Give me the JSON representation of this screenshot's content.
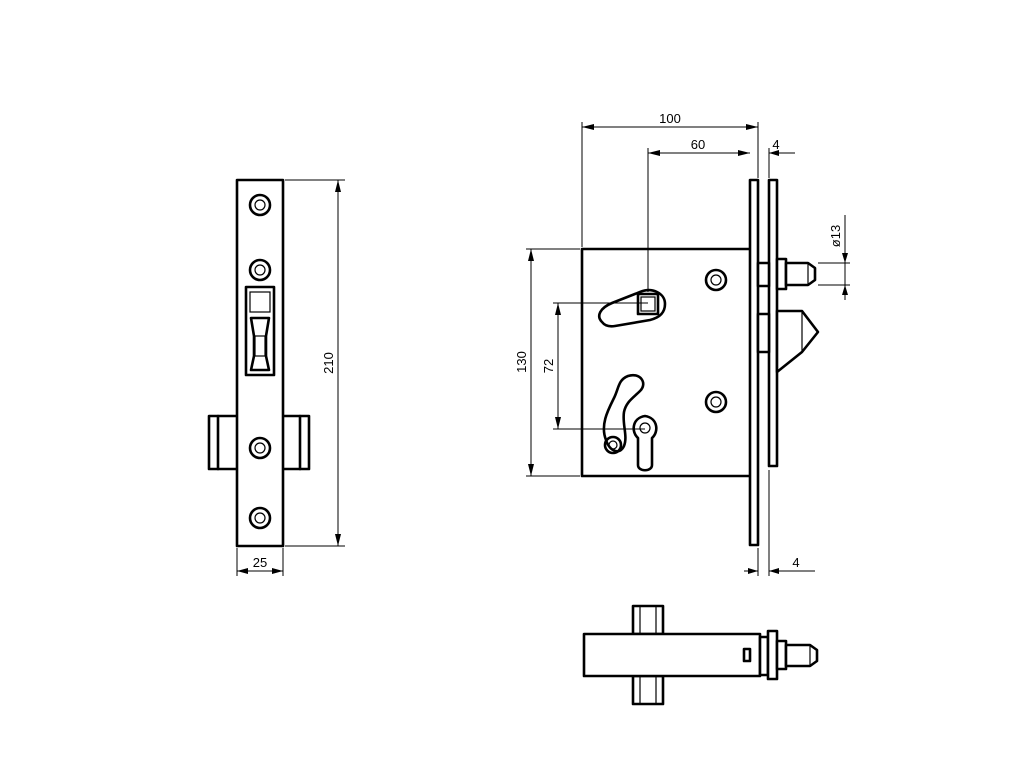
{
  "dimensions": {
    "front_height": "210",
    "front_width": "25",
    "side_width": "100",
    "spindle_to_face": "60",
    "faceplate_top": "4",
    "faceplate_bottom": "4",
    "bolt_diameter": "13",
    "body_height": "130",
    "spindle_to_key": "72"
  },
  "symbols": {
    "diameter": "ø"
  },
  "colors": {
    "line": "#000000",
    "background": "#ffffff"
  }
}
